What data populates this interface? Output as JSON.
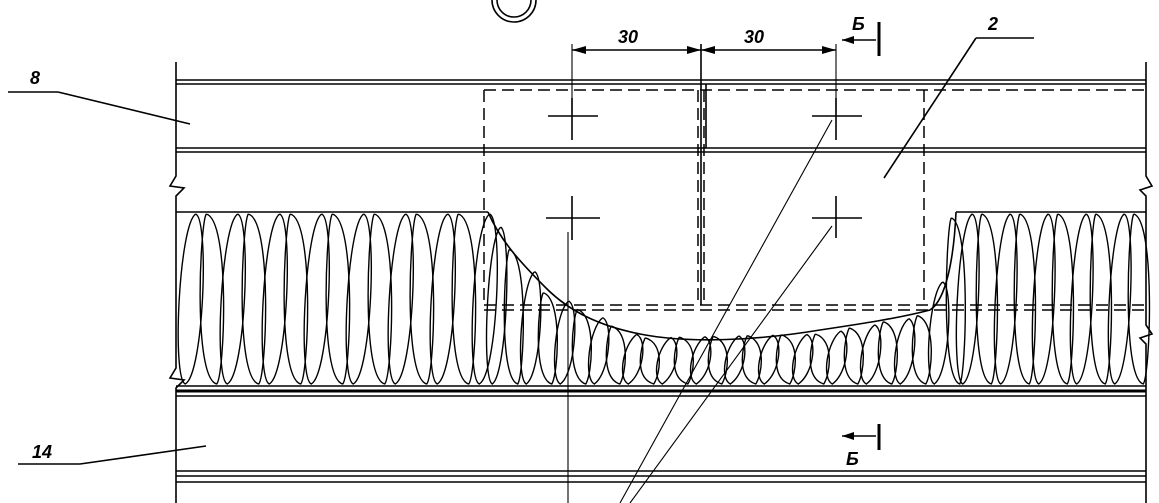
{
  "drawing": {
    "callouts": {
      "label_8": "8",
      "label_2": "2",
      "label_14": "14"
    },
    "dimensions": {
      "dim_left": "30",
      "dim_right": "30"
    },
    "section": {
      "mark_top": "Б",
      "mark_bottom": "Б"
    }
  }
}
